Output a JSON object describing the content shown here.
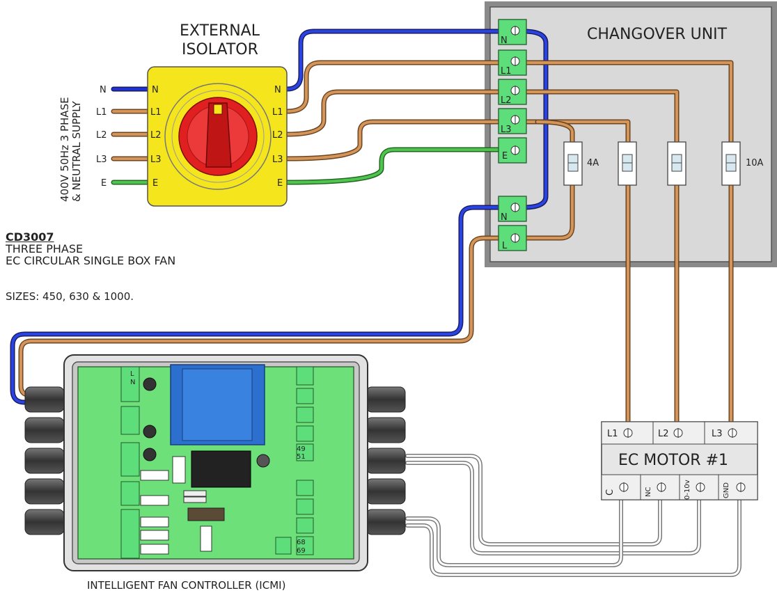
{
  "isolator": {
    "title_line1": "EXTERNAL",
    "title_line2": "ISOLATOR",
    "input_labels": [
      "N",
      "L1",
      "L2",
      "L3",
      "E"
    ],
    "terminal_labels": [
      "N",
      "L1",
      "L2",
      "L3",
      "E"
    ]
  },
  "supply": {
    "line1": "400V 50Hz 3 PHASE",
    "line2": "& NEUTRAL SUPPLY"
  },
  "changeover": {
    "title": "CHANGOVER UNIT",
    "terminals": [
      "N",
      "L1",
      "L2",
      "L3",
      "E",
      "N",
      "L"
    ],
    "fuse_labels": {
      "small": "4A",
      "large": "10A"
    }
  },
  "product": {
    "code": "CD3007",
    "line1": "THREE PHASE",
    "line2": "EC CIRCULAR SINGLE BOX FAN",
    "sizes": "SIZES: 450, 630 & 1000."
  },
  "controller": {
    "caption": "INTELLIGENT FAN CONTROLLER (ICMI)",
    "terminal_labels": {
      "l": "L",
      "n": "N",
      "t49": "49",
      "t51": "51",
      "t68": "68",
      "t69": "69"
    }
  },
  "motor": {
    "title": "EC MOTOR #1",
    "power_terminals": [
      "L1",
      "L2",
      "L3"
    ],
    "signal_terminals": [
      "C",
      "NC",
      "0-10v",
      "GND"
    ]
  },
  "colors": {
    "neutral": "#2233cc",
    "live": "#c0803a",
    "earth": "#33a833",
    "isolator": "#f5e51c",
    "knob": "#e02020",
    "terminal": "#5ede7a",
    "box": "#d8d8d8",
    "pcb": "#6de07a",
    "transformer": "#2c6fcf"
  }
}
